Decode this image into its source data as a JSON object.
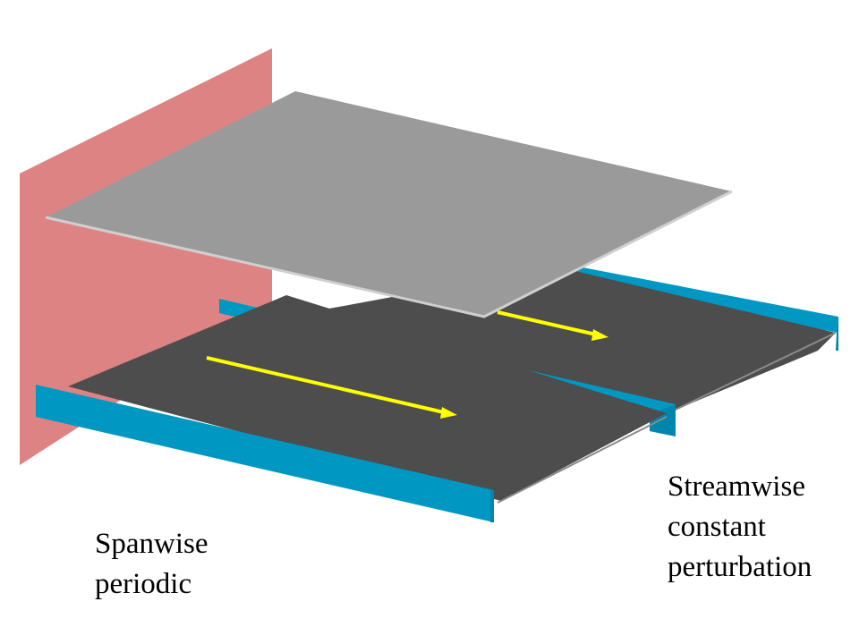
{
  "diagram": {
    "labels": {
      "spanwise": {
        "line1": "Spanwise",
        "line2": "periodic"
      },
      "streamwise": {
        "line1": "Streamwise",
        "line2": "constant",
        "line3": "perturbation"
      }
    },
    "colors": {
      "periodic_wall": "#de8383",
      "top_plate": "#9a9a9a",
      "top_plate_edge": "#cfcfcf",
      "bottom_floor": "#4d4d4d",
      "floor_edge": "#8a8a8a",
      "rails": "#0098c2",
      "rail_end": "#0086ad",
      "flow_arrows": "#ffff00"
    },
    "counts": {
      "rails": 3,
      "flow_arrows": 2
    }
  }
}
